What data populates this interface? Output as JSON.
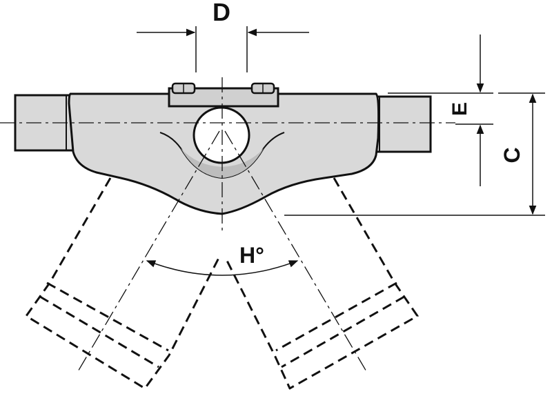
{
  "diagram": {
    "labels": {
      "dimension_d": "D",
      "dimension_e": "E",
      "dimension_c": "C",
      "angle_h": "H°"
    },
    "colors": {
      "stroke": "#111111",
      "body_fill": "#d9d9d9",
      "shade_fill": "#bdbdbd",
      "background": "#ffffff"
    }
  }
}
